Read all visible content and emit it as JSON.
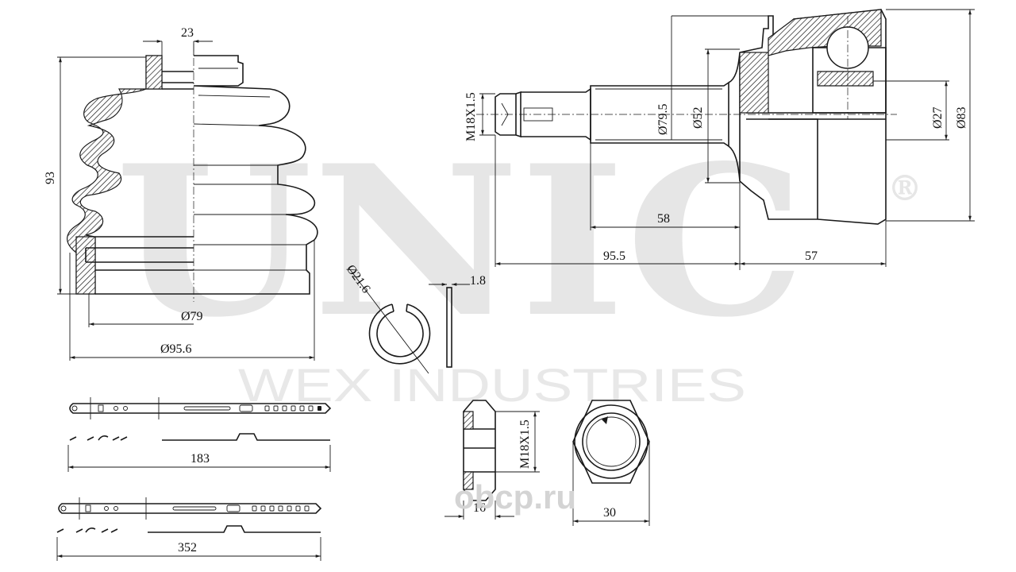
{
  "watermark": {
    "brand": "UNIC",
    "registered": "®",
    "company": "WEX INDUSTRIES",
    "site_logo": "obcp.ru"
  },
  "dimensions": {
    "boot_width_top": "23",
    "boot_height": "93",
    "boot_inner_dia": "Ø79",
    "boot_outer_dia": "Ø95.6",
    "clip_dia": "Ø21.6",
    "clip_thickness": "1.8",
    "thread_spec": "M18X1.5",
    "shaft_dia": "Ø79.5",
    "shoulder_dia": "Ø52",
    "spline_dia": "Ø27",
    "housing_dia": "Ø83",
    "shaft_len_58": "58",
    "shaft_len_95": "95.5",
    "housing_len": "57",
    "nut_thread": "M18X1.5",
    "nut_height": "16",
    "nut_across_flats": "30",
    "clamp_small_len": "183",
    "clamp_large_len": "352"
  }
}
